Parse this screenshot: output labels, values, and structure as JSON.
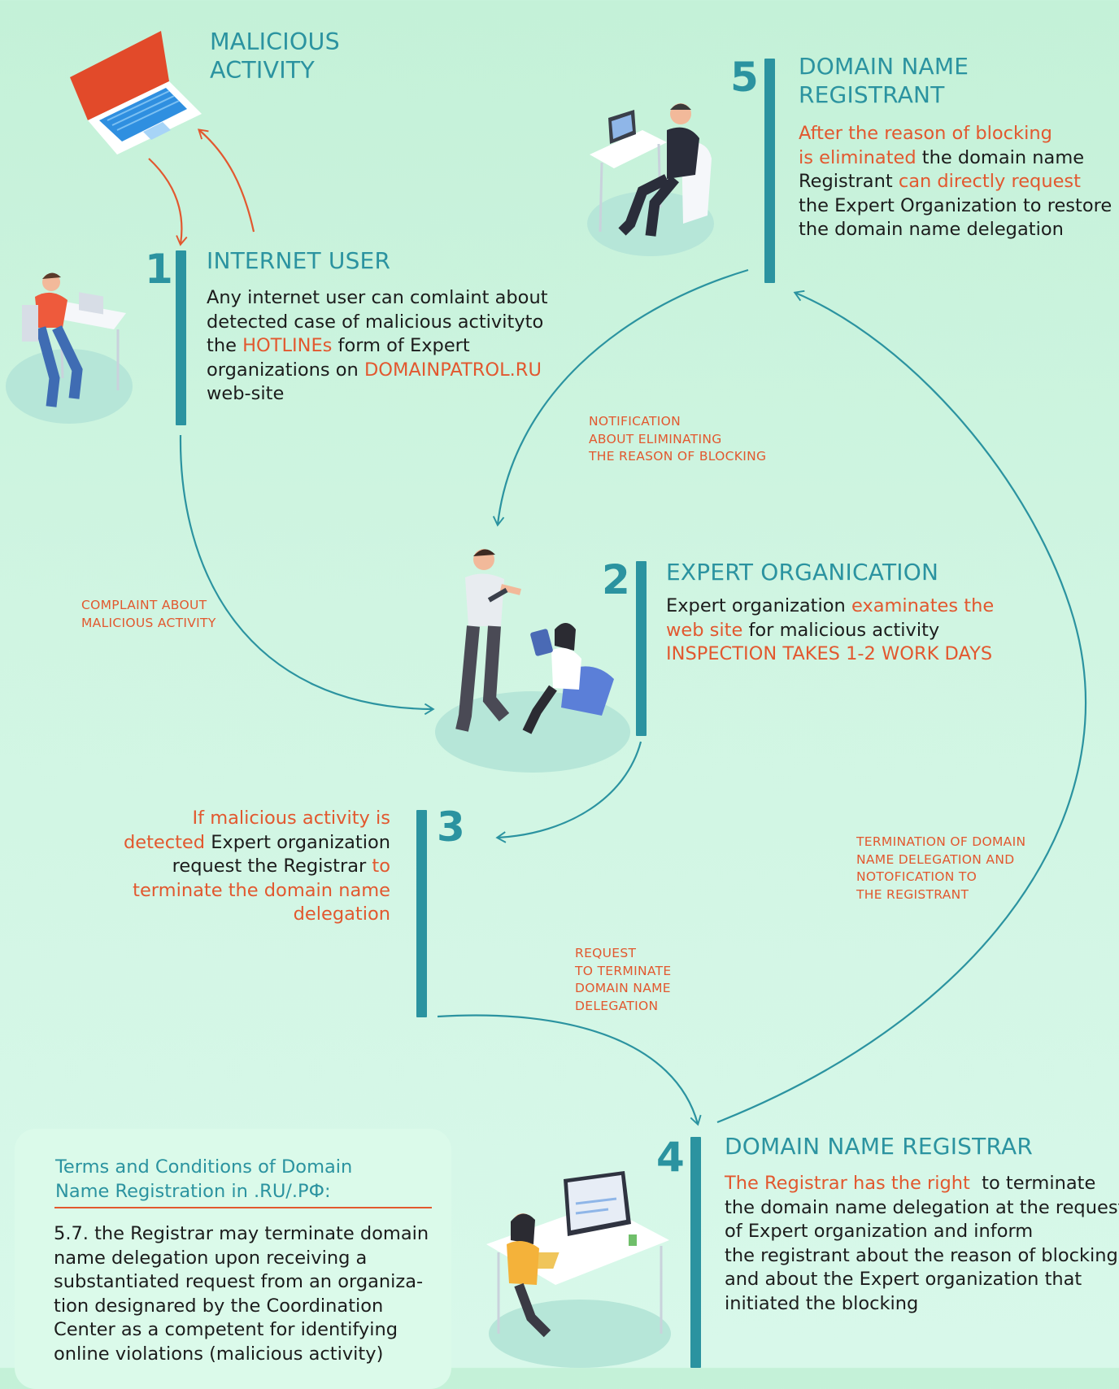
{
  "malicious": {
    "line1": "MALICIOUS",
    "line2": "ACTIVITY"
  },
  "step1": {
    "num": "1",
    "title": "INTERNET USER",
    "lines": [
      [
        {
          "t": "Any internet user can comlaint about",
          "o": false
        }
      ],
      [
        {
          "t": "detected case of malicious activityto",
          "o": false
        }
      ],
      [
        {
          "t": "the ",
          "o": false
        },
        {
          "t": "HOTLINEs",
          "o": true
        },
        {
          "t": " form of Expert",
          "o": false
        }
      ],
      [
        {
          "t": "organizations on ",
          "o": false
        },
        {
          "t": "DOMAINPATROL.RU",
          "o": true
        }
      ],
      [
        {
          "t": "web-site",
          "o": false
        }
      ]
    ]
  },
  "step2": {
    "num": "2",
    "title": "EXPERT ORGANICATION",
    "lines": [
      [
        {
          "t": "Expert organization ",
          "o": false
        },
        {
          "t": "examinates the",
          "o": true
        }
      ],
      [
        {
          "t": "web site",
          "o": true
        },
        {
          "t": " for malicious activity",
          "o": false
        }
      ],
      [
        {
          "t": "INSPECTION TAKES 1-2 WORK DAYS",
          "o": true
        }
      ]
    ]
  },
  "step3": {
    "num": "3",
    "lines": [
      [
        {
          "t": "If malicious activity is",
          "o": true
        }
      ],
      [
        {
          "t": "detected",
          "o": true
        },
        {
          "t": " Expert organization",
          "o": false
        }
      ],
      [
        {
          "t": "request the Registrar ",
          "o": false
        },
        {
          "t": "to",
          "o": true
        }
      ],
      [
        {
          "t": "terminate the domain name",
          "o": true
        }
      ],
      [
        {
          "t": "delegation",
          "o": true
        }
      ]
    ]
  },
  "step4": {
    "num": "4",
    "title": "DOMAIN NAME REGISTRAR",
    "lines": [
      [
        {
          "t": "The Registrar has the right ",
          "o": true
        },
        {
          "t": " to terminate",
          "o": false
        }
      ],
      [
        {
          "t": "the domain name delegation at the request",
          "o": false
        }
      ],
      [
        {
          "t": "of Expert organization and inform",
          "o": false
        }
      ],
      [
        {
          "t": "the registrant about the reason of blocking",
          "o": false
        }
      ],
      [
        {
          "t": "and about the Expert organization that",
          "o": false
        }
      ],
      [
        {
          "t": "initiated the blocking",
          "o": false
        }
      ]
    ]
  },
  "step5": {
    "num": "5",
    "title_line1": "DOMAIN NAME",
    "title_line2": "REGISTRANT",
    "lines": [
      [
        {
          "t": "After the reason of blocking",
          "o": true
        }
      ],
      [
        {
          "t": "is eliminated",
          "o": true
        },
        {
          "t": " the domain name",
          "o": false
        }
      ],
      [
        {
          "t": "Registrant ",
          "o": false
        },
        {
          "t": "can directly request",
          "o": true
        }
      ],
      [
        {
          "t": "the Expert Organization to restore",
          "o": false
        }
      ],
      [
        {
          "t": "the domain name delegation",
          "o": false
        }
      ]
    ]
  },
  "flows": {
    "notification": [
      "NOTIFICATION",
      "ABOUT ELIMINATING",
      "THE REASON OF BLOCKING"
    ],
    "complaint": [
      "COMPLAINT ABOUT",
      "MALICIOUS ACTIVITY"
    ],
    "termination": [
      "TERMINATION OF DOMAIN",
      "NAME DELEGATION AND",
      "NOTOFICATION TO",
      "THE REGISTRANT"
    ],
    "request": [
      "REQUEST",
      "TO TERMINATE",
      "DOMAIN NAME",
      "DELEGATION"
    ]
  },
  "terms": {
    "title_line1": "Terms and Conditions of Domain",
    "title_line2": "Name Registration in .RU/.РФ:",
    "body": [
      "5.7. the Registrar may terminate domain",
      "name delegation upon receiving a",
      "substantiated request from an organiza-",
      "tion designared by the Coordination",
      "Center as a competent for identifying",
      "online violations (malicious activity)"
    ]
  },
  "colors": {
    "teal": "#2b93a0",
    "orange": "#e2582f",
    "background": "#c4f1d8"
  }
}
